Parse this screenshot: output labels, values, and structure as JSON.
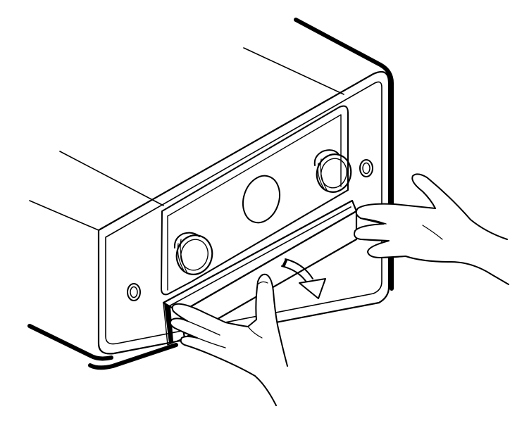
{
  "figure": {
    "subject": "receiver-front-panel-door-opening",
    "stroke_color": "#000000",
    "background_color": "#ffffff",
    "arrow_direction": "clockwise-downward",
    "hands_count": 2
  }
}
